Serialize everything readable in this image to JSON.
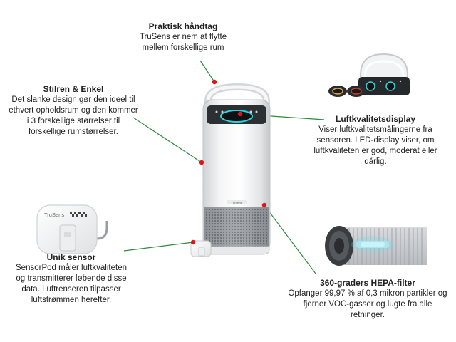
{
  "callouts": {
    "handle": {
      "title": "Praktisk håndtag",
      "text": "TruSens er nem at flytte mellem forskellige rum"
    },
    "design": {
      "title": "Stilren & Enkel",
      "text": "Det slanke design gør den ideel til ethvert opholdsrum og den kommer i 3 forskellige størrelser til forskellige rumstørrelser."
    },
    "display": {
      "title": "Luftkvalitetsdisplay",
      "text": "Viser luftkvalitetsmålingerne fra sensoren. LED-display viser, om luftkvaliteten er god, moderat eller dårlig."
    },
    "sensor": {
      "title": "Unik sensor",
      "text": "SensorPod måler luftkvaliteten og transmitterer løbende disse data. Luftrenseren tilpasser luftstrømmen herefter."
    },
    "filter": {
      "title": "360-graders HEPA-filter",
      "text": "Opfanger 99,97 % af 0,3 mikron partikler og fjerner VOC-gasser og lugte fra alle retninger."
    }
  },
  "product": {
    "brand_pod": "TruSens",
    "brand_unit": "TruSens"
  },
  "colors": {
    "leader_line": "#2e8b3d",
    "marker": "#e0151b"
  }
}
